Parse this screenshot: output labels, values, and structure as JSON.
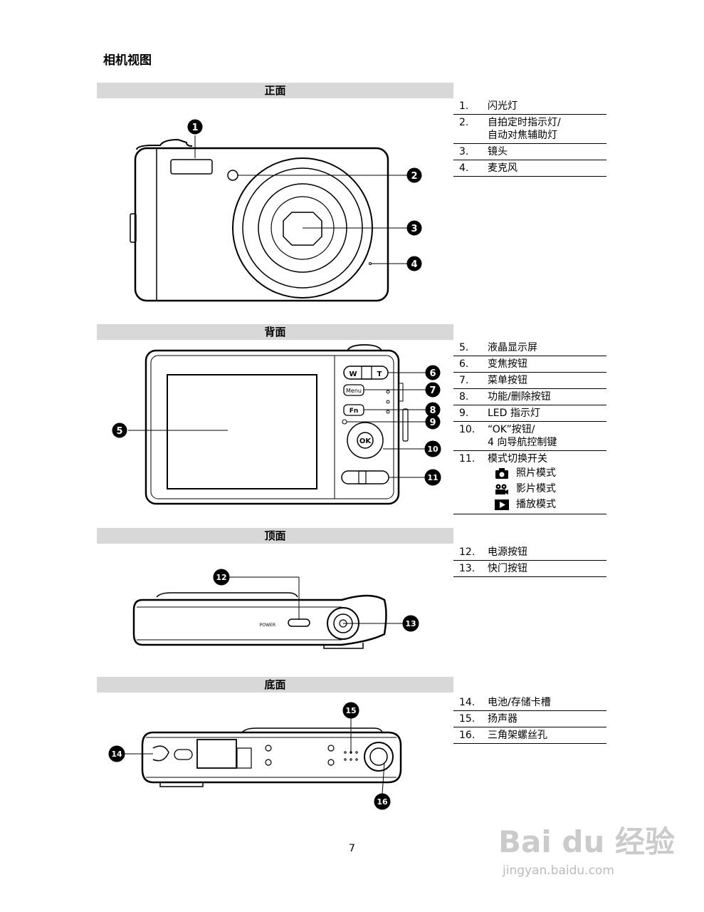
{
  "page_title": "相机视图",
  "sections": {
    "front": {
      "title": "正面",
      "items": [
        {
          "num": "1.",
          "text": "闪光灯"
        },
        {
          "num": "2.",
          "text": "自拍定时指示灯/",
          "text2": "自动对焦辅助灯"
        },
        {
          "num": "3.",
          "text": "镜头"
        },
        {
          "num": "4.",
          "text": "麦克风"
        }
      ]
    },
    "back": {
      "title": "背面",
      "items": [
        {
          "num": "5.",
          "text": "液晶显示屏"
        },
        {
          "num": "6.",
          "text": "变焦按钮"
        },
        {
          "num": "7.",
          "text": "菜单按钮"
        },
        {
          "num": "8.",
          "text": "功能/删除按钮"
        },
        {
          "num": "9.",
          "text": "LED  指示灯"
        },
        {
          "num": "10.",
          "text": "“OK”按钮/",
          "text2": "4  向导航控制键"
        },
        {
          "num": "11.",
          "text": "模式切换开关"
        }
      ],
      "modes": [
        {
          "icon": "camera-icon",
          "text": "照片模式"
        },
        {
          "icon": "movie-camera-icon",
          "text": "影片模式"
        },
        {
          "icon": "play-icon",
          "text": "播放模式"
        }
      ]
    },
    "top": {
      "title": "顶面",
      "items": [
        {
          "num": "12.",
          "text": "电源按钮"
        },
        {
          "num": "13.",
          "text": "快门按钮"
        }
      ]
    },
    "bottom": {
      "title": "底面",
      "items": [
        {
          "num": "14.",
          "text": "电池/存储卡槽"
        },
        {
          "num": "15.",
          "text": "扬声器"
        },
        {
          "num": "16.",
          "text": "三角架螺丝孔"
        }
      ]
    }
  },
  "diagram_labels": {
    "callouts": [
      "1",
      "2",
      "3",
      "4",
      "5",
      "6",
      "7",
      "8",
      "9",
      "10",
      "11",
      "12",
      "13",
      "14",
      "15",
      "16"
    ],
    "zoom_wide": "W",
    "zoom_tele": "T",
    "menu_button": "Menu",
    "fn_button": "Fn",
    "ok_button": "OK",
    "power_label": "POWER"
  },
  "page_number": "7",
  "watermark": {
    "brand": "Bai du 经验",
    "url": "jingyan.baidu.com"
  }
}
